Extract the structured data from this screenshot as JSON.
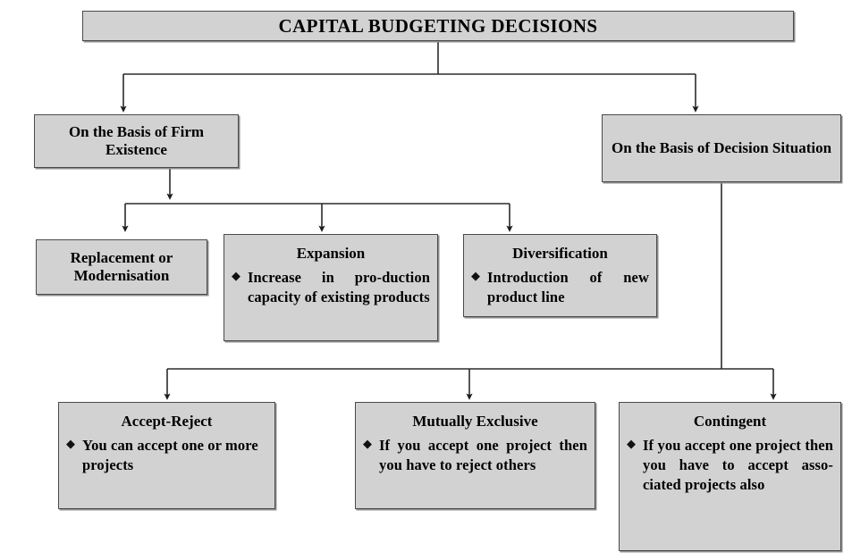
{
  "diagram": {
    "type": "flowchart",
    "title": "CAPITAL BUDGETING DECISIONS",
    "bullet_glyph": "◆",
    "colors": {
      "box_fill": "#d2d2d2",
      "box_border": "#4a4a4a",
      "connector": "#2b2b2b",
      "text": "#000000",
      "background": "#ffffff"
    },
    "nodes": {
      "root": {
        "label": "CAPITAL BUDGETING DECISIONS"
      },
      "basis_firm": {
        "label": "On the Basis of Firm Existence"
      },
      "basis_decision": {
        "label": "On the Basis of Decision Situation"
      },
      "replacement": {
        "label": "Replacement or Modernisation"
      },
      "expansion": {
        "label": "Expansion",
        "bullet": "Increase in pro-duction capacity of existing products"
      },
      "diversification": {
        "label": "Diversification",
        "bullet": "Introduction of new product line"
      },
      "accept_reject": {
        "label": "Accept-Reject",
        "bullet": "You can accept one or more projects"
      },
      "mutually_exclusive": {
        "label": "Mutually Exclusive",
        "bullet": "If you accept one project then you have to reject others"
      },
      "contingent": {
        "label": "Contingent",
        "bullet": "If you accept one project then you have to accept asso-ciated projects also"
      }
    }
  }
}
